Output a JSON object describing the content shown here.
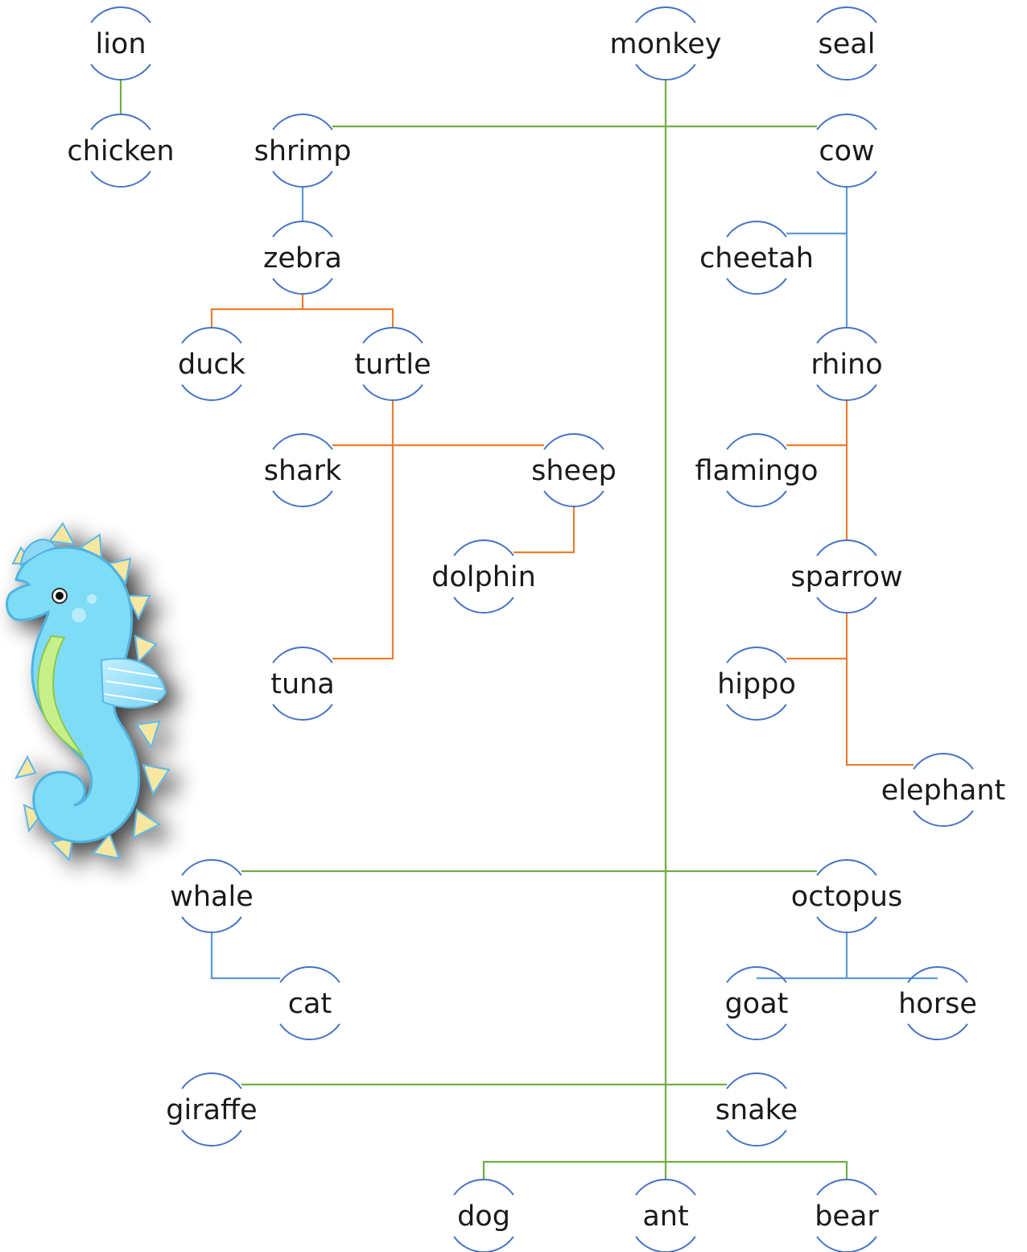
{
  "colors": {
    "node_ring": "#4472c4",
    "edge_green": "#70ad47",
    "edge_blue": "#5b9bd5",
    "edge_orange": "#ed7d31",
    "text": "#1a1a1a"
  },
  "nodes": [
    {
      "id": "lion",
      "label": "lion"
    },
    {
      "id": "chicken",
      "label": "chicken"
    },
    {
      "id": "monkey",
      "label": "monkey"
    },
    {
      "id": "seal",
      "label": "seal"
    },
    {
      "id": "shrimp",
      "label": "shrimp"
    },
    {
      "id": "cow",
      "label": "cow"
    },
    {
      "id": "zebra",
      "label": "zebra"
    },
    {
      "id": "cheetah",
      "label": "cheetah"
    },
    {
      "id": "duck",
      "label": "duck"
    },
    {
      "id": "turtle",
      "label": "turtle"
    },
    {
      "id": "rhino",
      "label": "rhino"
    },
    {
      "id": "shark",
      "label": "shark"
    },
    {
      "id": "sheep",
      "label": "sheep"
    },
    {
      "id": "flamingo",
      "label": "flamingo"
    },
    {
      "id": "dolphin",
      "label": "dolphin"
    },
    {
      "id": "sparrow",
      "label": "sparrow"
    },
    {
      "id": "tuna",
      "label": "tuna"
    },
    {
      "id": "hippo",
      "label": "hippo"
    },
    {
      "id": "elephant",
      "label": "elephant"
    },
    {
      "id": "whale",
      "label": "whale"
    },
    {
      "id": "octopus",
      "label": "octopus"
    },
    {
      "id": "cat",
      "label": "cat"
    },
    {
      "id": "goat",
      "label": "goat"
    },
    {
      "id": "horse",
      "label": "horse"
    },
    {
      "id": "giraffe",
      "label": "giraffe"
    },
    {
      "id": "snake",
      "label": "snake"
    },
    {
      "id": "dog",
      "label": "dog"
    },
    {
      "id": "ant",
      "label": "ant"
    },
    {
      "id": "bear",
      "label": "bear"
    }
  ],
  "edges": [
    {
      "from": "lion",
      "to": "chicken",
      "color": "green"
    },
    {
      "from": "monkey",
      "to": "shrimp",
      "color": "green"
    },
    {
      "from": "monkey",
      "to": "cow",
      "color": "green"
    },
    {
      "from": "monkey",
      "to": "whale",
      "color": "green"
    },
    {
      "from": "monkey",
      "to": "octopus",
      "color": "green"
    },
    {
      "from": "monkey",
      "to": "giraffe",
      "color": "green"
    },
    {
      "from": "monkey",
      "to": "snake",
      "color": "green"
    },
    {
      "from": "monkey",
      "to": "dog",
      "color": "green"
    },
    {
      "from": "monkey",
      "to": "ant",
      "color": "green"
    },
    {
      "from": "monkey",
      "to": "bear",
      "color": "green"
    },
    {
      "from": "shrimp",
      "to": "zebra",
      "color": "blue"
    },
    {
      "from": "zebra",
      "to": "duck",
      "color": "orange"
    },
    {
      "from": "zebra",
      "to": "turtle",
      "color": "orange"
    },
    {
      "from": "turtle",
      "to": "shark",
      "color": "orange"
    },
    {
      "from": "turtle",
      "to": "sheep",
      "color": "orange"
    },
    {
      "from": "turtle",
      "to": "tuna",
      "color": "orange"
    },
    {
      "from": "sheep",
      "to": "dolphin",
      "color": "orange"
    },
    {
      "from": "cow",
      "to": "cheetah",
      "color": "blue"
    },
    {
      "from": "cow",
      "to": "rhino",
      "color": "blue"
    },
    {
      "from": "rhino",
      "to": "flamingo",
      "color": "orange"
    },
    {
      "from": "rhino",
      "to": "sparrow",
      "color": "orange"
    },
    {
      "from": "sparrow",
      "to": "hippo",
      "color": "orange"
    },
    {
      "from": "sparrow",
      "to": "elephant",
      "color": "orange"
    },
    {
      "from": "whale",
      "to": "cat",
      "color": "blue"
    },
    {
      "from": "octopus",
      "to": "goat",
      "color": "blue"
    },
    {
      "from": "octopus",
      "to": "horse",
      "color": "blue"
    }
  ],
  "decoration": {
    "icon": "seahorse-icon"
  }
}
